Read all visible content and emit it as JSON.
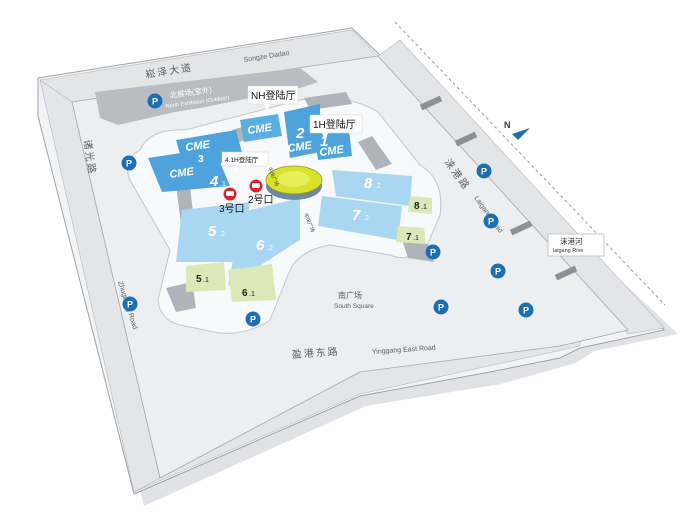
{
  "roads": {
    "north_cn": "崧泽大道",
    "north_en": "Songze Dadao",
    "west_cn": "诸光路",
    "west_en": "Zhuguang Road",
    "south_cn": "盈港东路",
    "south_en": "Yinggang East Road",
    "east_cn": "涞港路",
    "east_en": "Laigang Road"
  },
  "areas": {
    "north_exhibition_cn": "北展场(室外)",
    "north_exhibition_en": "North Exhibition (Outdoor)",
    "south_square_cn": "南广场",
    "south_square_en": "South Square",
    "river_cn": "涞港河",
    "river_en": "laigang Rive",
    "corridor_left": "中央广场",
    "corridor_right": "中央广场"
  },
  "halls": {
    "h2": "2",
    "h1": "1",
    "h3": "3",
    "h4": "4",
    "h4_sub": ".1",
    "h8": "8",
    "h8_sub": ".2",
    "h81": "8",
    "h81_sub": ".1",
    "h7": "7",
    "h7_sub": ".2",
    "h71": "7",
    "h71_sub": ".1",
    "h5": "5",
    "h5_sub": ".2",
    "h6": "6",
    "h6_sub": ".2",
    "h51": "5",
    "h51_sub": ".1",
    "h61": "6",
    "h61_sub": ".1",
    "cme": "CME"
  },
  "callouts": {
    "nh": "NH登陆厅",
    "h1": "1H登陆厅",
    "h41": "4.1H登陆厅"
  },
  "metro": {
    "exit2": "2号口",
    "exit3": "3号口"
  },
  "parking": {
    "label": "P"
  },
  "compass": {
    "label": "N"
  },
  "colors": {
    "hall_blue": "#4ea3dc",
    "hall_light_blue": "#a9d7f2",
    "hall_green": "#dbe8b8",
    "center_yellow": "#d8e22a",
    "parking_blue": "#1d6fb3",
    "metro_red": "#d8232a",
    "site_gray": "#e8e9eb",
    "building_gray": "#b9bcc1"
  }
}
